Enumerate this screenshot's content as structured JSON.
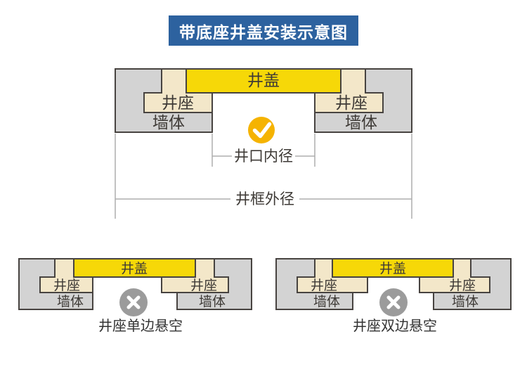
{
  "colors": {
    "header-bg": "#2d629f",
    "header-text": "#ffffff",
    "cover-yellow": "#f6d808",
    "seat-cream": "#f3e7c9",
    "wall-gray": "#d3d3d3",
    "outline": "#474340",
    "check-amber": "#f5b301",
    "cross-gray": "#9b9b9b",
    "icon-glyph": "#ffffff",
    "dim-line": "#adadad",
    "label-text": "#3e3a36"
  },
  "header": {
    "title": "带底座井盖安装示意图"
  },
  "main": {
    "cover_label": "井盖",
    "seat_label_left": "井座",
    "seat_label_right": "井座",
    "wall_label_left": "墙体",
    "wall_label_right": "墙体",
    "status_icon": "check-correct",
    "inner_diameter_label": "井口内径",
    "outer_diameter_label": "井框外径"
  },
  "single_side": {
    "cover_label": "井盖",
    "seat_label_left": "井座",
    "seat_label_right": "井座",
    "wall_label_left": "墙体",
    "wall_label_right": "墙体",
    "status_icon": "x-wrong",
    "caption": "井座单边悬空"
  },
  "double_side": {
    "cover_label": "井盖",
    "seat_label_left": "井座",
    "seat_label_right": "井座",
    "wall_label_left": "墙体",
    "wall_label_right": "墙体",
    "status_icon": "x-wrong",
    "caption": "井座双边悬空"
  }
}
